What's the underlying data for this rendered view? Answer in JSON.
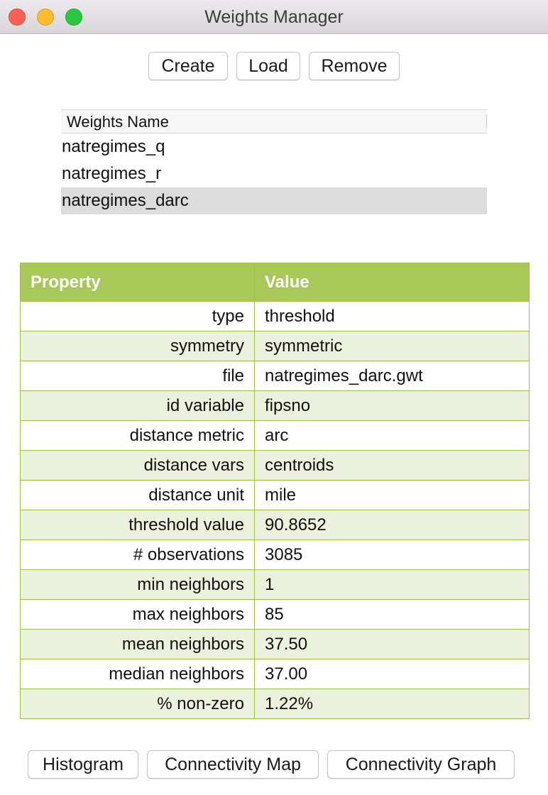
{
  "window": {
    "title": "Weights Manager"
  },
  "toolbar": {
    "create_label": "Create",
    "load_label": "Load",
    "remove_label": "Remove"
  },
  "weights_list": {
    "header": "Weights Name",
    "items": [
      "natregimes_q",
      "natregimes_r",
      "natregimes_darc"
    ],
    "selected": "natregimes_darc"
  },
  "properties": {
    "header_property": "Property",
    "header_value": "Value",
    "rows": [
      {
        "property": "type",
        "value": "threshold"
      },
      {
        "property": "symmetry",
        "value": "symmetric"
      },
      {
        "property": "file",
        "value": "natregimes_darc.gwt"
      },
      {
        "property": "id variable",
        "value": "fipsno"
      },
      {
        "property": "distance metric",
        "value": "arc"
      },
      {
        "property": "distance vars",
        "value": "centroids"
      },
      {
        "property": "distance unit",
        "value": "mile"
      },
      {
        "property": "threshold value",
        "value": "90.8652"
      },
      {
        "property": "# observations",
        "value": "3085"
      },
      {
        "property": "min neighbors",
        "value": "1"
      },
      {
        "property": "max neighbors",
        "value": "85"
      },
      {
        "property": "mean neighbors",
        "value": "37.50"
      },
      {
        "property": "median neighbors",
        "value": "37.00"
      },
      {
        "property": "% non-zero",
        "value": "1.22%"
      }
    ]
  },
  "footer": {
    "histogram_label": "Histogram",
    "connectivity_map_label": "Connectivity Map",
    "connectivity_graph_label": "Connectivity Graph"
  },
  "colors": {
    "table_header": "#a9c85a",
    "table_border": "#9dbf4a",
    "table_alt_row": "#ebf1dc",
    "selected_row": "#dcdcdc"
  }
}
